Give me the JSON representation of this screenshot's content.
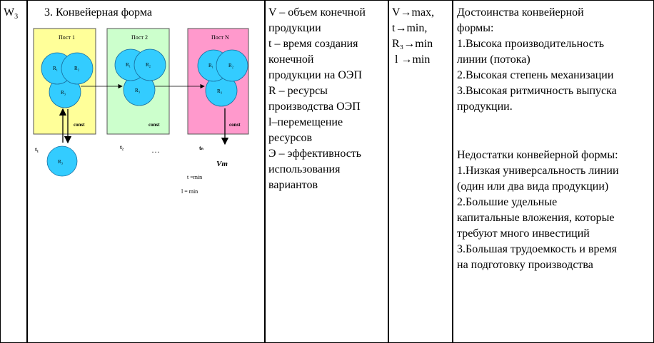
{
  "col1": {
    "label": "W",
    "sub": "3"
  },
  "col2": {
    "title": "3. Конвейерная форма",
    "diagram": {
      "posts": [
        "Пост 1",
        "Пост 2",
        "Пост N"
      ],
      "r1": "R₁",
      "r2": "R₂",
      "r3": "R₃",
      "const_label": "const",
      "t_labels": [
        "t₁",
        "t₂",
        "tₙ"
      ],
      "dots": ". . .",
      "vm": "Vm",
      "t_min": "t =min",
      "l_min": "l = min"
    }
  },
  "col3": {
    "lines": [
      "V – объем конечной",
      "продукции",
      "t – время создания",
      "конечной",
      "продукции на ОЭП",
      "R – ресурсы",
      "производства ОЭП",
      " l–перемещение",
      "ресурсов",
      "Э – эффективность",
      "использования",
      "вариантов"
    ]
  },
  "col4": {
    "lines": [
      "V→max,",
      "t→min,",
      "R₃→min",
      " l →min"
    ]
  },
  "col5": {
    "adv_lines": [
      "Достоинства конвейерной",
      "формы:",
      "1.Высока производительность",
      "линии (потока)",
      "2.Высокая степень механизации",
      "3.Высокая ритмичность выпуска",
      "продукции."
    ],
    "dis_lines": [
      "Недостатки конвейерной формы:",
      "1.Низкая универсальность линии",
      "(один или два вида продукции)",
      "2.Большие удельные",
      "капитальные вложения, которые",
      "требуют много инвестиций",
      "3.Большая трудоемкость и время",
      "на подготовку производства"
    ]
  },
  "colors": {
    "post1": "#ffff99",
    "post2": "#ccffcc",
    "postN": "#ff99cc",
    "circle": "#33ccff"
  }
}
